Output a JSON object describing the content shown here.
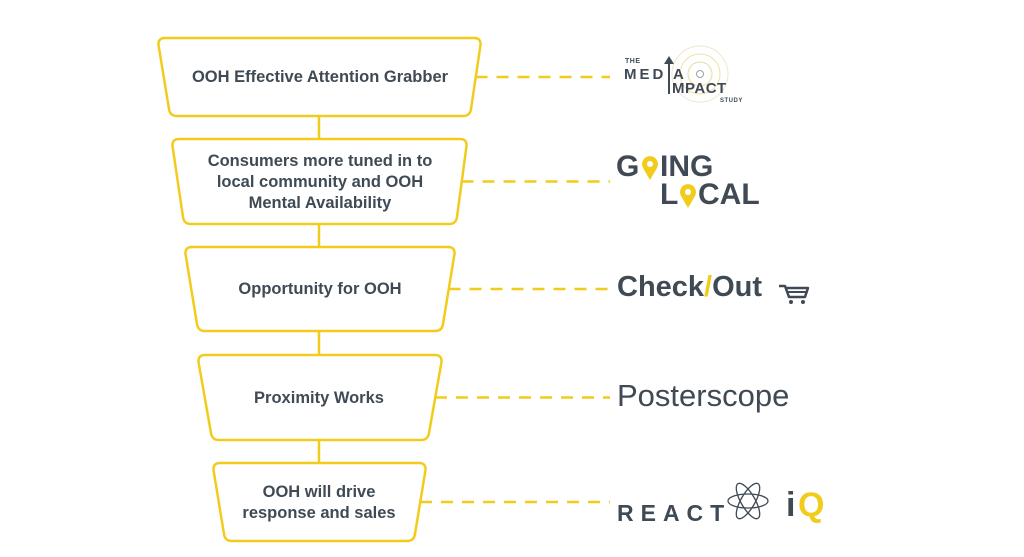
{
  "colors": {
    "accent": "#f2cc1c",
    "text": "#3f4a54",
    "background": "#ffffff"
  },
  "stages": [
    {
      "label": "OOH Effective Attention Grabber",
      "source": "The Media Impact Study"
    },
    {
      "label": "Consumers more tuned in to local community and OOH Mental Availability",
      "source": "Going Local"
    },
    {
      "label": "Opportunity for OOH",
      "source": "Check/Out"
    },
    {
      "label": "Proximity Works",
      "source": "Posterscope"
    },
    {
      "label": "OOH will drive response and sales",
      "source": "React iQ"
    }
  ],
  "logos": {
    "media_impact": {
      "the": "THE",
      "media": "MED",
      "media_a": "A",
      "impact": "MPACT",
      "study": "STUDY"
    },
    "going_local": {
      "line1_a": "G",
      "line1_b": "ING",
      "line2_a": "L",
      "line2_b": "CAL"
    },
    "checkout": {
      "check": "Check",
      "slash": "/",
      "out": "Out"
    },
    "posterscope": {
      "text": "Posterscope"
    },
    "react": {
      "text": "REACT",
      "iq_i": "i",
      "iq_q": "Q"
    }
  }
}
